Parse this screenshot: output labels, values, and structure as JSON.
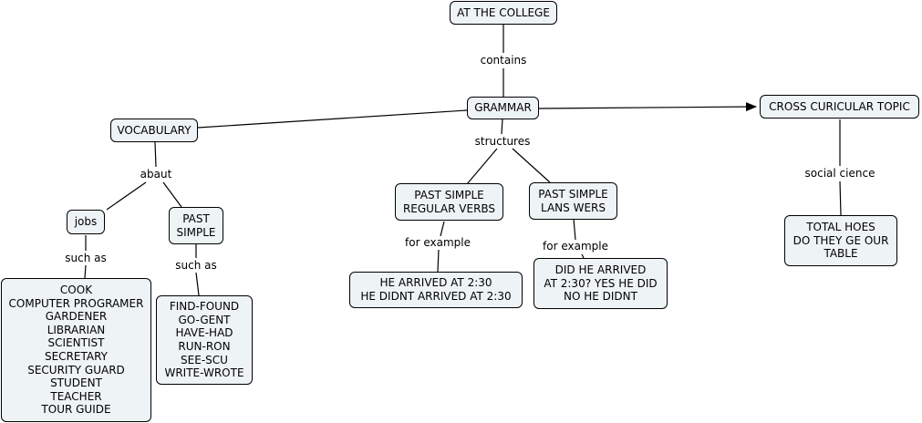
{
  "colors": {
    "node_fill": "#eef3f6",
    "node_border": "#000000",
    "line": "#000000",
    "background": "#ffffff"
  },
  "nodes": {
    "at_the_college": [
      "AT THE COLLEGE"
    ],
    "grammar": [
      "GRAMMAR"
    ],
    "cross_curicular_topic": [
      "CROSS CURICULAR TOPIC"
    ],
    "vocabulary": [
      "VOCABULARY"
    ],
    "jobs": [
      "jobs"
    ],
    "past_simple": [
      "PAST",
      "SIMPLE"
    ],
    "past_simple_regular_verbs": [
      "PAST SIMPLE",
      "REGULAR VERBS"
    ],
    "past_simple_lans_wers": [
      "PAST SIMPLE",
      "LANS WERS"
    ],
    "total_hoes": [
      "TOTAL HOES",
      "DO THEY GE OUR",
      "TABLE"
    ],
    "jobs_list": [
      "COOK",
      "COMPUTER PROGRAMER",
      "GARDENER",
      "LIBRARIAN",
      "SCIENTIST",
      "SECRETARY",
      "SECURITY GUARD",
      "STUDENT",
      "TEACHER",
      "TOUR GUIDE"
    ],
    "verbs_list": [
      "FIND-FOUND",
      "GO-GENT",
      "HAVE-HAD",
      "RUN-RON",
      "SEE-SCU",
      "WRITE-WROTE"
    ],
    "he_arrived": [
      "HE ARRIVED AT 2:30",
      "HE DIDNT ARRIVED AT 2:30"
    ],
    "did_he_arrived": [
      "DID HE ARRIVED",
      "AT 2:30? YES HE DID",
      "NO HE DIDNT"
    ]
  },
  "linking_phrases": {
    "contains": "contains",
    "structures": "structures",
    "social_cience": "social cience",
    "abaut": "abaut",
    "such_as_jobs": "such as",
    "such_as_verbs": "such as",
    "for_example_regular": "for example",
    "for_example_lans": "for example"
  }
}
